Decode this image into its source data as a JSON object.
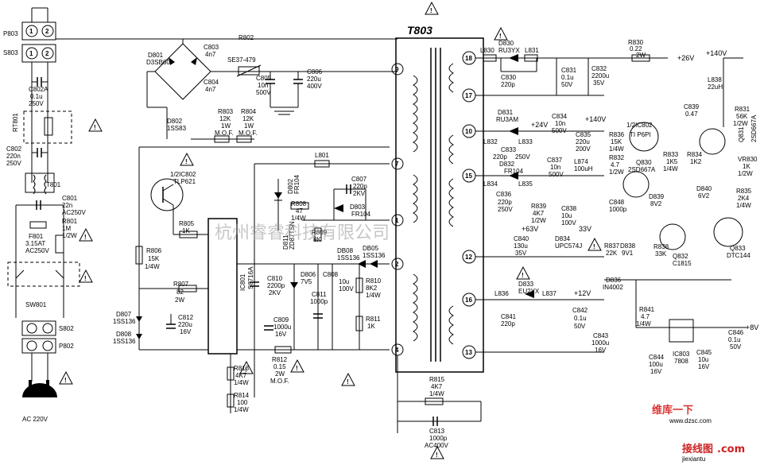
{
  "transformer": {
    "ref": "T803",
    "pins": [
      "9",
      "7",
      "1",
      "2",
      "4",
      "18",
      "17",
      "10",
      "15",
      "12",
      "16",
      "13"
    ]
  },
  "warning_glyph": "!",
  "left": {
    "plugs": [
      "P803",
      "S803"
    ],
    "c802a": [
      "C802A",
      "0.1u",
      "250V"
    ],
    "rt801": "RT801",
    "c802": [
      "C802",
      "220n",
      "250V"
    ],
    "t801": "T801",
    "c801": [
      "C801",
      "22n",
      "AC250V"
    ],
    "r801": [
      "R801",
      "1M",
      "1/2W"
    ],
    "fuse": [
      "F801",
      "3.15AT",
      "AC250V"
    ],
    "sw": "SW801",
    "plugs2": [
      "S802",
      "P802"
    ],
    "mains": "AC 220V"
  },
  "bridge": {
    "d801": [
      "D801",
      "D3SB60"
    ],
    "c803": [
      "C803",
      "4n7"
    ],
    "c804": [
      "C804",
      "4n7"
    ],
    "r802": [
      "R802",
      "SE37-479"
    ],
    "c805": [
      "C805",
      "10n",
      "500V"
    ],
    "c806": [
      "C806",
      "220u",
      "400V"
    ],
    "d802": [
      "D802",
      "1SS83"
    ],
    "r803": [
      "R803",
      "12K",
      "1W",
      "M.O.F."
    ],
    "r804": [
      "R804",
      "12K",
      "1W",
      "M.O.F."
    ]
  },
  "primary": {
    "l801": "L801",
    "ic802": [
      "1/2IC802",
      "TLP621"
    ],
    "r805": [
      "R805",
      "1K"
    ],
    "r806": [
      "R806",
      "15K",
      "1/4W"
    ],
    "r807": [
      "R807",
      "82",
      "2W"
    ],
    "ic801": [
      "IC801",
      "S8716A"
    ],
    "d802b": [
      "D802",
      "FR104"
    ],
    "r808": [
      "R808",
      "47",
      "1/4W"
    ],
    "c807": [
      "C807",
      "220p",
      "2KV"
    ],
    "d803": [
      "D803",
      "FR104"
    ],
    "r809": [
      "R809",
      "8K"
    ],
    "d811": [
      "D811",
      "ZD87TSN"
    ],
    "d805": [
      "DB05",
      "1SS136"
    ],
    "d808r": [
      "DB08",
      "1SS136"
    ],
    "d806": [
      "D806",
      "7V5"
    ],
    "c810": [
      "C810",
      "2200p",
      "2KV"
    ],
    "c811": [
      "C811",
      "1000p"
    ],
    "c808": [
      "C808",
      "10u",
      "100V"
    ],
    "r810": [
      "R810",
      "8K2",
      "1/4W"
    ],
    "r811": [
      "R811",
      "1K"
    ],
    "d807": [
      "D807",
      "1SS136"
    ],
    "d808": [
      "D808",
      "1SS136"
    ],
    "c812": [
      "C812",
      "220u",
      "16V"
    ],
    "c809": [
      "C809",
      "1000u",
      "16V"
    ],
    "r812": [
      "R812",
      "0.15",
      "2W",
      "M.O.F."
    ],
    "r813": [
      "R813",
      "4K7",
      "1/4W"
    ],
    "r814": [
      "R814",
      "100",
      "1/4W"
    ],
    "r815": [
      "R815",
      "4K7",
      "1/4W"
    ],
    "c813": [
      "C813",
      "1000p",
      "AC400V"
    ]
  },
  "secondary": {
    "d830": [
      "D830",
      "RU3YX"
    ],
    "l830": "L830",
    "l831": "L831",
    "c830": [
      "C830",
      "220p"
    ],
    "r830": [
      "R830",
      "0.22",
      "2W"
    ],
    "v26": "+26V",
    "c831": [
      "C831",
      "0.1u",
      "50V"
    ],
    "c832": [
      "C832",
      "2200u",
      "35V"
    ],
    "v140": "+140V",
    "l838": [
      "L838",
      "22uH"
    ],
    "d831": [
      "D831",
      "RU3AM"
    ],
    "v24": "+24V",
    "l832": "L832",
    "l833": "L833",
    "c833": [
      "C833",
      "220p",
      "250V"
    ],
    "c834": [
      "C834",
      "10n",
      "500V"
    ],
    "c835": [
      "C835",
      "220u",
      "200V"
    ],
    "v140b": "+140V",
    "d832": [
      "D832",
      "FR104"
    ],
    "l834": "L834",
    "l835": "L835",
    "c836": [
      "C836",
      "220p",
      "250V"
    ],
    "c837": [
      "C837",
      "10n",
      "500V"
    ],
    "l874": [
      "L874",
      "100uH"
    ],
    "r839": [
      "R839",
      "4K7",
      "1/2W"
    ],
    "c838": [
      "C838",
      "10u",
      "100V"
    ],
    "v63": "+63V",
    "v33": "33V",
    "c840": [
      "C840",
      "130u",
      "35V"
    ],
    "d834": [
      "D834",
      "UPC574J"
    ],
    "r836": [
      "R836",
      "15K",
      "1/4W"
    ],
    "ic802b": [
      "1/2IC802",
      "TI P6PI"
    ],
    "r832": [
      "R832",
      "4.7",
      "1/2W"
    ],
    "q830": [
      "Q830",
      "2SD667A"
    ],
    "c848": [
      "C848",
      "1000p"
    ],
    "d839": [
      "D839",
      "8V2"
    ],
    "r837": [
      "R837",
      "22K"
    ],
    "r838": [
      "R838",
      "33K"
    ],
    "d838": [
      "D838",
      "9V1"
    ],
    "q832": [
      "Q832",
      "C1815"
    ],
    "r833": [
      "R833",
      "1K5",
      "1/4W"
    ],
    "c839": [
      "C839",
      "0.47"
    ],
    "r831": [
      "R831",
      "56K",
      "1/2W"
    ],
    "q831": [
      "Q831",
      "2SD667A"
    ],
    "r834": [
      "R834",
      "1K2"
    ],
    "d840": [
      "D840",
      "6V2"
    ],
    "vr830": [
      "VR830",
      "1K",
      "1/2W"
    ],
    "r835": [
      "R835",
      "2K4",
      "1/4W"
    ],
    "q833": [
      "Q833",
      "DTC144"
    ],
    "d833": [
      "D833",
      "EU2YX"
    ],
    "l836": "L836",
    "l837": "L837",
    "v12": "+12V",
    "c841": [
      "C841",
      "220p"
    ],
    "c842": [
      "C842",
      "0.1u",
      "50V"
    ],
    "c843": [
      "C843",
      "1000u",
      "16V"
    ],
    "d836": [
      "D836",
      "IN4002"
    ],
    "r841": [
      "R841",
      "4.7",
      "1/4W"
    ],
    "ic803": [
      "IC803",
      "7808"
    ],
    "v8": "+8V",
    "c844": [
      "C844",
      "100u",
      "16V"
    ],
    "c845": [
      "C845",
      "10u",
      "16V"
    ],
    "c846": [
      "C846",
      "0.1u",
      "50V"
    ]
  },
  "watermark": {
    "company": "杭州睿睿科技有限公司",
    "logo_text": "维库一下",
    "logo_url": "www.dzsc.com",
    "site_cn": "接线图",
    "site_dom": ".com",
    "site_url": "jiexiantu"
  }
}
